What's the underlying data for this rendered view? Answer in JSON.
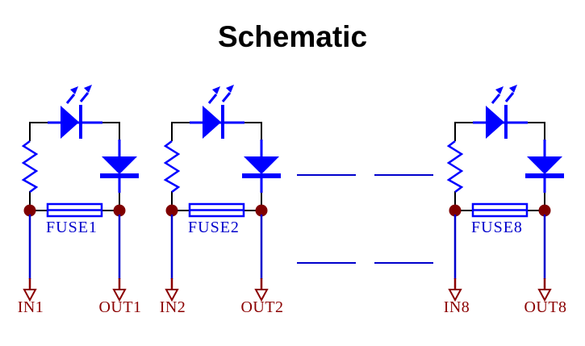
{
  "title": "Schematic",
  "cells": [
    {
      "fuse_label": "FUSE1",
      "in_label": "IN1",
      "out_label": "OUT1"
    },
    {
      "fuse_label": "FUSE2",
      "in_label": "IN2",
      "out_label": "OUT2"
    },
    {
      "fuse_label": "FUSE8",
      "in_label": "IN8",
      "out_label": "OUT8"
    }
  ],
  "continuation_ellipsis": true,
  "colors": {
    "component_blue": "#0000FF",
    "wire_blue": "#0000CC",
    "wire_black": "#000000",
    "terminal_maroon": "#8B0000",
    "junction_maroon": "#7F0000",
    "label_blue": "#0000CC",
    "title_black": "#000000",
    "background": "#FFFFFF"
  }
}
